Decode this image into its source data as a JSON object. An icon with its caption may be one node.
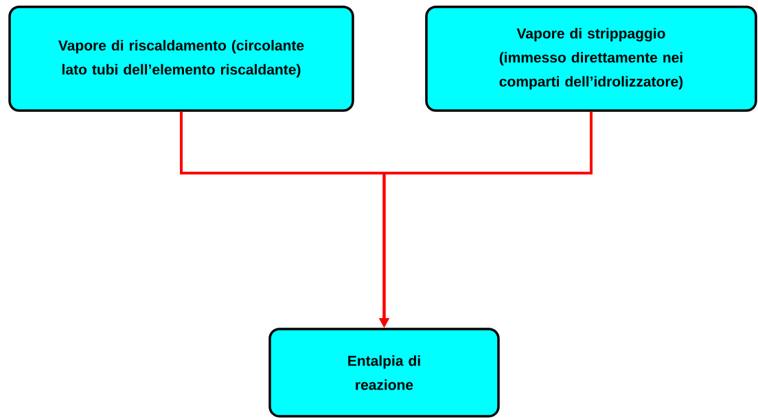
{
  "diagram": {
    "nodes": [
      {
        "text": [
          "Vapore di riscaldamento (circolante lato tubi dell’elemento riscaldante)"
        ]
      },
      {
        "text": [
          "Vapore di strippaggio (immesso direttamente nei comparti dell’idrolizzatore)"
        ]
      },
      {
        "text": [
          "Entalpia di reazione"
        ]
      }
    ],
    "edges": [
      {
        "from": 0,
        "to": 2,
        "arrow": "to"
      },
      {
        "from": 1,
        "to": 2,
        "arrow": "to"
      }
    ]
  }
}
